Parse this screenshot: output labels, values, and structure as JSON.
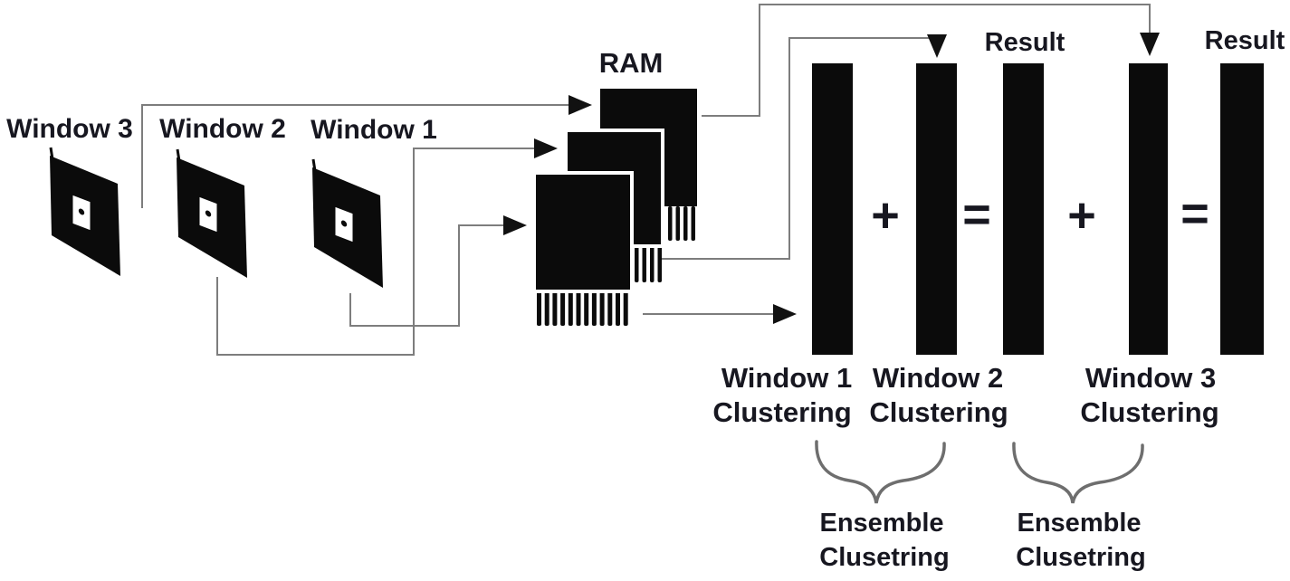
{
  "title": "Sliding-window RAM ensemble clustering flow diagram",
  "colors": {
    "background": "#ffffff",
    "shape_black": "#0b0b0b",
    "text": "#171720",
    "connector_gray": "#7d7d7d",
    "brace_gray": "#6e6e6e",
    "window_inner": "#ffffff"
  },
  "labels": {
    "window_headers": {
      "w3": "Window 3",
      "w2": "Window 2",
      "w1": "Window 1"
    },
    "ram": "RAM",
    "results": {
      "result1": "Result",
      "result2": "Result"
    },
    "operators": {
      "plus1": "+",
      "equals1": "=",
      "plus2": "+",
      "equals2": "="
    },
    "bar_labels": {
      "bar1_line1": "Window 1",
      "bar1_line2": "Clustering",
      "bar2_line1": "Window 2",
      "bar2_line2": "Clustering",
      "bar4_line1": "Window 3",
      "bar4_line2": "Clustering"
    },
    "ensemble": {
      "e1_line1": "Ensemble",
      "e1_line2": "Clusetring",
      "e2_line1": "Ensemble",
      "e2_line2": "Clusetring"
    }
  },
  "connections": [
    "Window 3 -> RAM chip back",
    "Window 2 -> RAM chip middle",
    "Window 1 -> RAM chip front",
    "RAM chip front -> Window 1 Clustering bar",
    "RAM chip middle -> Window 2 Clustering bar",
    "RAM chip back -> Window 3 Clustering bar",
    "Window 1 Clustering + Window 2 Clustering = Result",
    "Result + Window 3 Clustering = Result"
  ]
}
